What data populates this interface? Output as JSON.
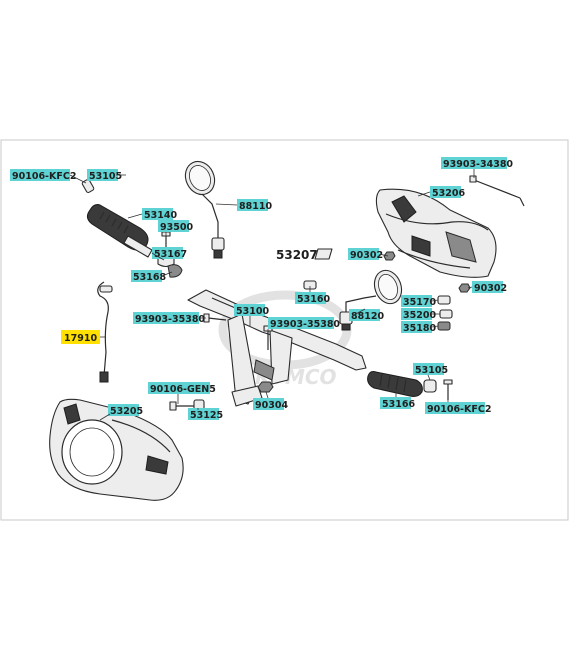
{
  "labels": {
    "l_90106_kfc2_a": "90106-KFC2",
    "l_53105_a": "53105",
    "l_53140": "53140",
    "l_93500": "93500",
    "l_53167": "53167",
    "l_53168": "53168",
    "l_88110": "88110",
    "l_53207": "53207",
    "l_93903_34380": "93903-34380",
    "l_53206": "53206",
    "l_90302_a": "90302",
    "l_90302_b": "90302",
    "l_53160": "53160",
    "l_88120": "88120",
    "l_35170": "35170",
    "l_35200": "35200",
    "l_35180": "35180",
    "l_53100": "53100",
    "l_93903_35380_a": "93903-35380",
    "l_93903_35380_b": "93903-35380",
    "l_17910": "17910",
    "l_90106_gen5": "90106-GEN5",
    "l_53125": "53125",
    "l_90304": "90304",
    "l_53105_b": "53105",
    "l_53166": "53166",
    "l_90106_kfc2_b": "90106-KFC2",
    "l_53205": "53205"
  },
  "watermark": "KYMCO",
  "colors": {
    "label_highlight": "#5fd3d3",
    "selected_highlight": "#ffe000",
    "line": "#333333"
  }
}
